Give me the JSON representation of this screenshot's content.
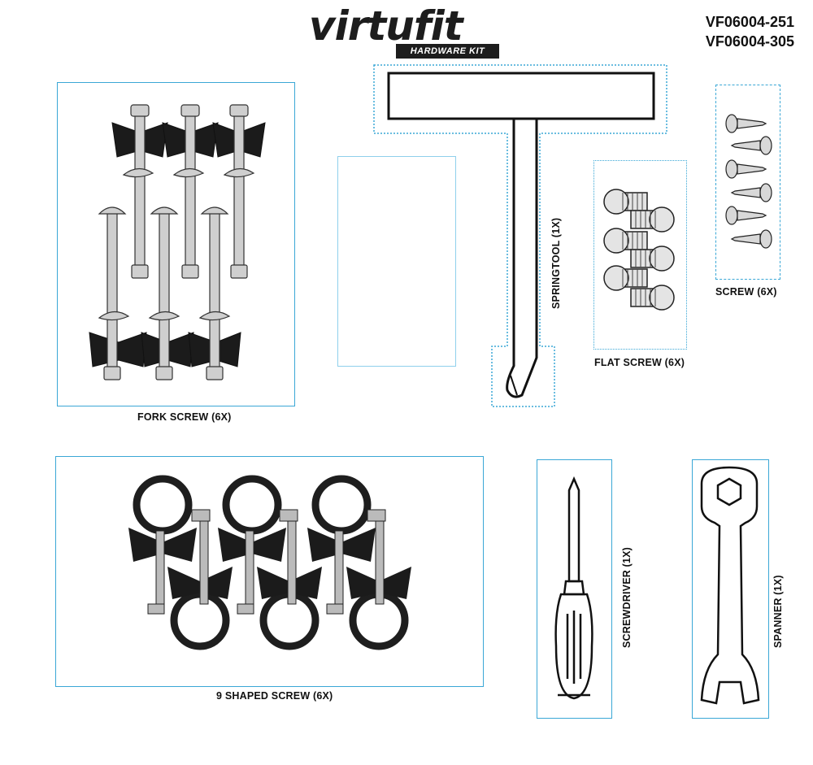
{
  "header": {
    "brand": "virtufit",
    "subtitle": "HARDWARE KIT",
    "codes": [
      "VF06004-251",
      "VF06004-305"
    ]
  },
  "parts": {
    "fork_screw": "FORK SCREW (6X)",
    "springtool": "SPRINGTOOL  (1X)",
    "flat_screw": "FLAT SCREW (6X)",
    "screw": "SCREW (6X)",
    "nine_shaped_screw": "9 SHAPED SCREW (6X)",
    "screwdriver": "SCREWDRIVER  (1X)",
    "spanner": "SPANNER  (1X)"
  },
  "colors": {
    "border": "#3aa7d6",
    "ink": "#111111"
  }
}
